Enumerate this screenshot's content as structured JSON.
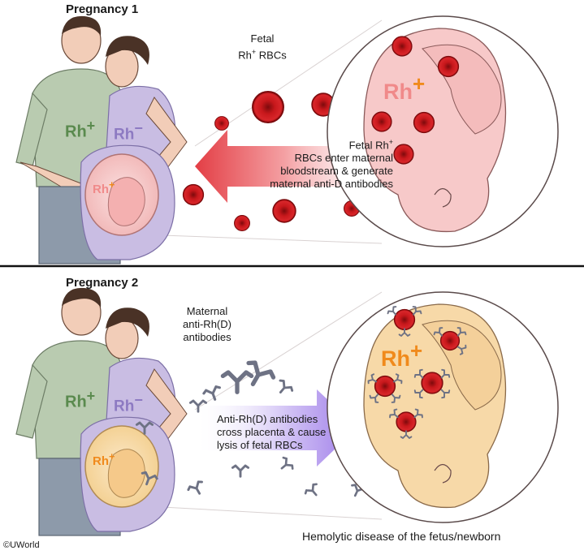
{
  "panel1": {
    "title": "Pregnancy 1",
    "father_rh": "Rh",
    "father_sign": "+",
    "mother_rh": "Rh",
    "mother_sign": "−",
    "fetus_rh": "Rh",
    "fetus_sign": "+",
    "zoom_rh": "Rh",
    "zoom_sign": "+",
    "label_fetal_rbcs_1": "Fetal",
    "label_fetal_rbcs_2_base": "Rh",
    "label_fetal_rbcs_2_sup": "+",
    "label_fetal_rbcs_2_rest": " RBCs",
    "arrow_line1_base": "Fetal Rh",
    "arrow_line1_sup": "+",
    "arrow_line2": "RBCs enter maternal",
    "arrow_line3": "bloodstream & generate",
    "arrow_line4": "maternal anti-D antibodies"
  },
  "panel2": {
    "title": "Pregnancy 2",
    "father_rh": "Rh",
    "father_sign": "+",
    "mother_rh": "Rh",
    "mother_sign": "−",
    "fetus_rh": "Rh",
    "fetus_sign": "+",
    "zoom_rh": "Rh",
    "zoom_sign": "+",
    "label_antibodies_1": "Maternal",
    "label_antibodies_2": "anti-Rh(D)",
    "label_antibodies_3": "antibodies",
    "arrow_line1": "Anti-Rh(D) antibodies",
    "arrow_line2": "cross placenta & cause",
    "arrow_line3": "lysis of fetal RBCs",
    "caption": "Hemolytic disease of the fetus/newborn"
  },
  "copyright": "©UWorld",
  "colors": {
    "rbc": "#c8181c",
    "rbc_dark": "#8e0d10",
    "father_shirt": "#b9cbb0",
    "mother_shirt": "#c9bde3",
    "skin": "#f2cdb8",
    "uterus1": "#f7c9c9",
    "uterus2": "#f7d9a8",
    "rh_pos_green": "#5a8a4e",
    "rh_neg_purple": "#8d7ac2",
    "rh_orange": "#f08a1c",
    "rh_zoom1": "#f08a8a",
    "arrow1": "#e8444a",
    "arrow2": "#9c7de8",
    "antibody": "#6e7284"
  }
}
